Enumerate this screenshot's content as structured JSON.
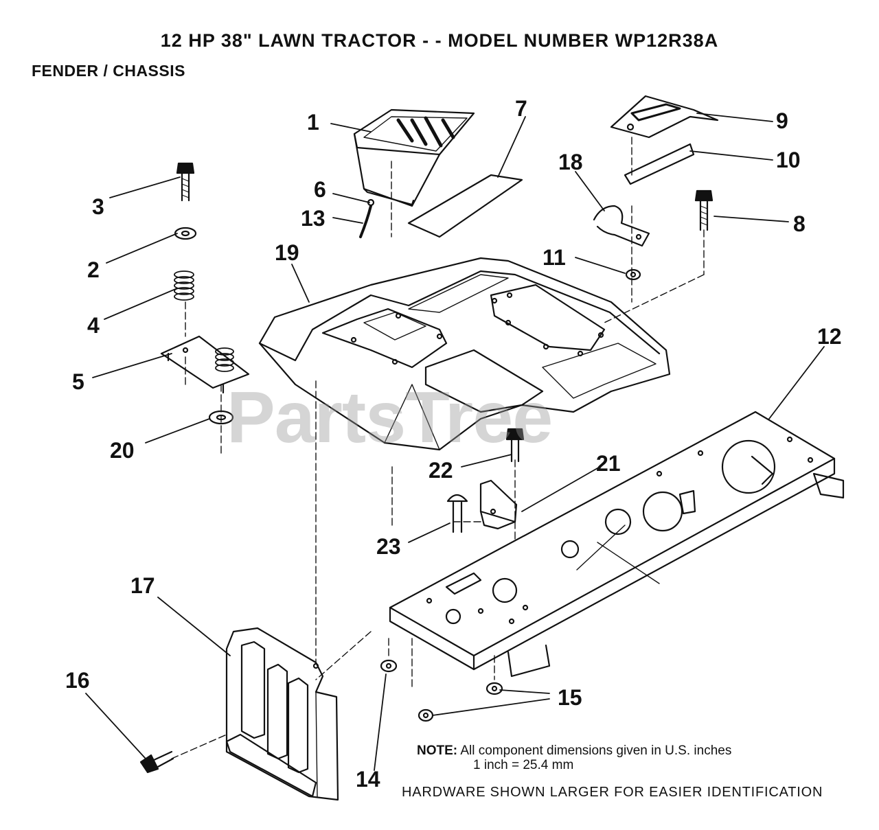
{
  "title": "12 HP 38\" LAWN TRACTOR - - MODEL NUMBER WP12R38A",
  "subtitle": "FENDER / CHASSIS",
  "watermark": "PartsTree",
  "note": {
    "label": "NOTE:",
    "line1": "All component dimensions given in U.S. inches",
    "line2": "1 inch = 25.4 mm"
  },
  "hardware_note": "HARDWARE SHOWN LARGER FOR EASIER IDENTIFICATION",
  "callouts": [
    {
      "id": "callout-1",
      "label": "1"
    },
    {
      "id": "callout-2",
      "label": "2"
    },
    {
      "id": "callout-3",
      "label": "3"
    },
    {
      "id": "callout-4",
      "label": "4"
    },
    {
      "id": "callout-5",
      "label": "5"
    },
    {
      "id": "callout-6",
      "label": "6"
    },
    {
      "id": "callout-7",
      "label": "7"
    },
    {
      "id": "callout-8",
      "label": "8"
    },
    {
      "id": "callout-9",
      "label": "9"
    },
    {
      "id": "callout-10",
      "label": "10"
    },
    {
      "id": "callout-11",
      "label": "11"
    },
    {
      "id": "callout-12",
      "label": "12"
    },
    {
      "id": "callout-13",
      "label": "13"
    },
    {
      "id": "callout-14",
      "label": "14"
    },
    {
      "id": "callout-15",
      "label": "15"
    },
    {
      "id": "callout-16",
      "label": "16"
    },
    {
      "id": "callout-17",
      "label": "17"
    },
    {
      "id": "callout-18",
      "label": "18"
    },
    {
      "id": "callout-19",
      "label": "19"
    },
    {
      "id": "callout-20",
      "label": "20"
    },
    {
      "id": "callout-21",
      "label": "21"
    },
    {
      "id": "callout-22",
      "label": "22"
    },
    {
      "id": "callout-23",
      "label": "23"
    }
  ]
}
